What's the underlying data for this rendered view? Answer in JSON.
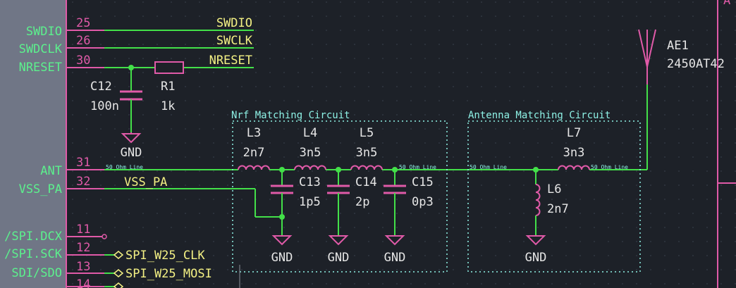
{
  "ic": {
    "pins": [
      {
        "name": "SWDIO",
        "num": "25"
      },
      {
        "name": "SWDCLK",
        "num": "26"
      },
      {
        "name": "NRESET",
        "num": "30"
      },
      {
        "name": "ANT",
        "num": "31"
      },
      {
        "name": "VSS_PA",
        "num": "32"
      },
      {
        "name": "/SPI.DCX",
        "num": "11"
      },
      {
        "name": "/SPI.SCK",
        "num": "12"
      },
      {
        "name": "SDI/SDO",
        "num": "13"
      },
      {
        "name": "",
        "num": "14"
      }
    ]
  },
  "nets": {
    "swdio": "SWDIO",
    "swclk": "SWCLK",
    "nreset": "NRESET",
    "vss_pa": "VSS_PA",
    "spi_clk": "SPI_W25_CLK",
    "spi_mosi": "SPI_W25_MOSI",
    "line50": "50 Ohm Line"
  },
  "boxes": {
    "nrf": "Nrf Matching Circuit",
    "antenna": "Antenna Matching Circuit"
  },
  "components": {
    "c12": {
      "ref": "C12",
      "value": "100n"
    },
    "r1": {
      "ref": "R1",
      "value": "1k"
    },
    "l3": {
      "ref": "L3",
      "value": "2n7"
    },
    "l4": {
      "ref": "L4",
      "value": "3n5"
    },
    "l5": {
      "ref": "L5",
      "value": "3n5"
    },
    "c13": {
      "ref": "C13",
      "value": "1p5"
    },
    "c14": {
      "ref": "C14",
      "value": "2p"
    },
    "c15": {
      "ref": "C15",
      "value": "0p3"
    },
    "l6": {
      "ref": "L6",
      "value": "2n7"
    },
    "l7": {
      "ref": "L7",
      "value": "3n3"
    },
    "ae1": {
      "ref": "AE1",
      "value": "2450AT42"
    }
  },
  "gnd": "GND",
  "frame": {
    "letter": "A"
  },
  "colors": {
    "background": "#1d2128",
    "wire": "#43e049",
    "symbol": "#e05aa8",
    "net_label": "#f4f184",
    "annotation": "#8ef2e6"
  }
}
